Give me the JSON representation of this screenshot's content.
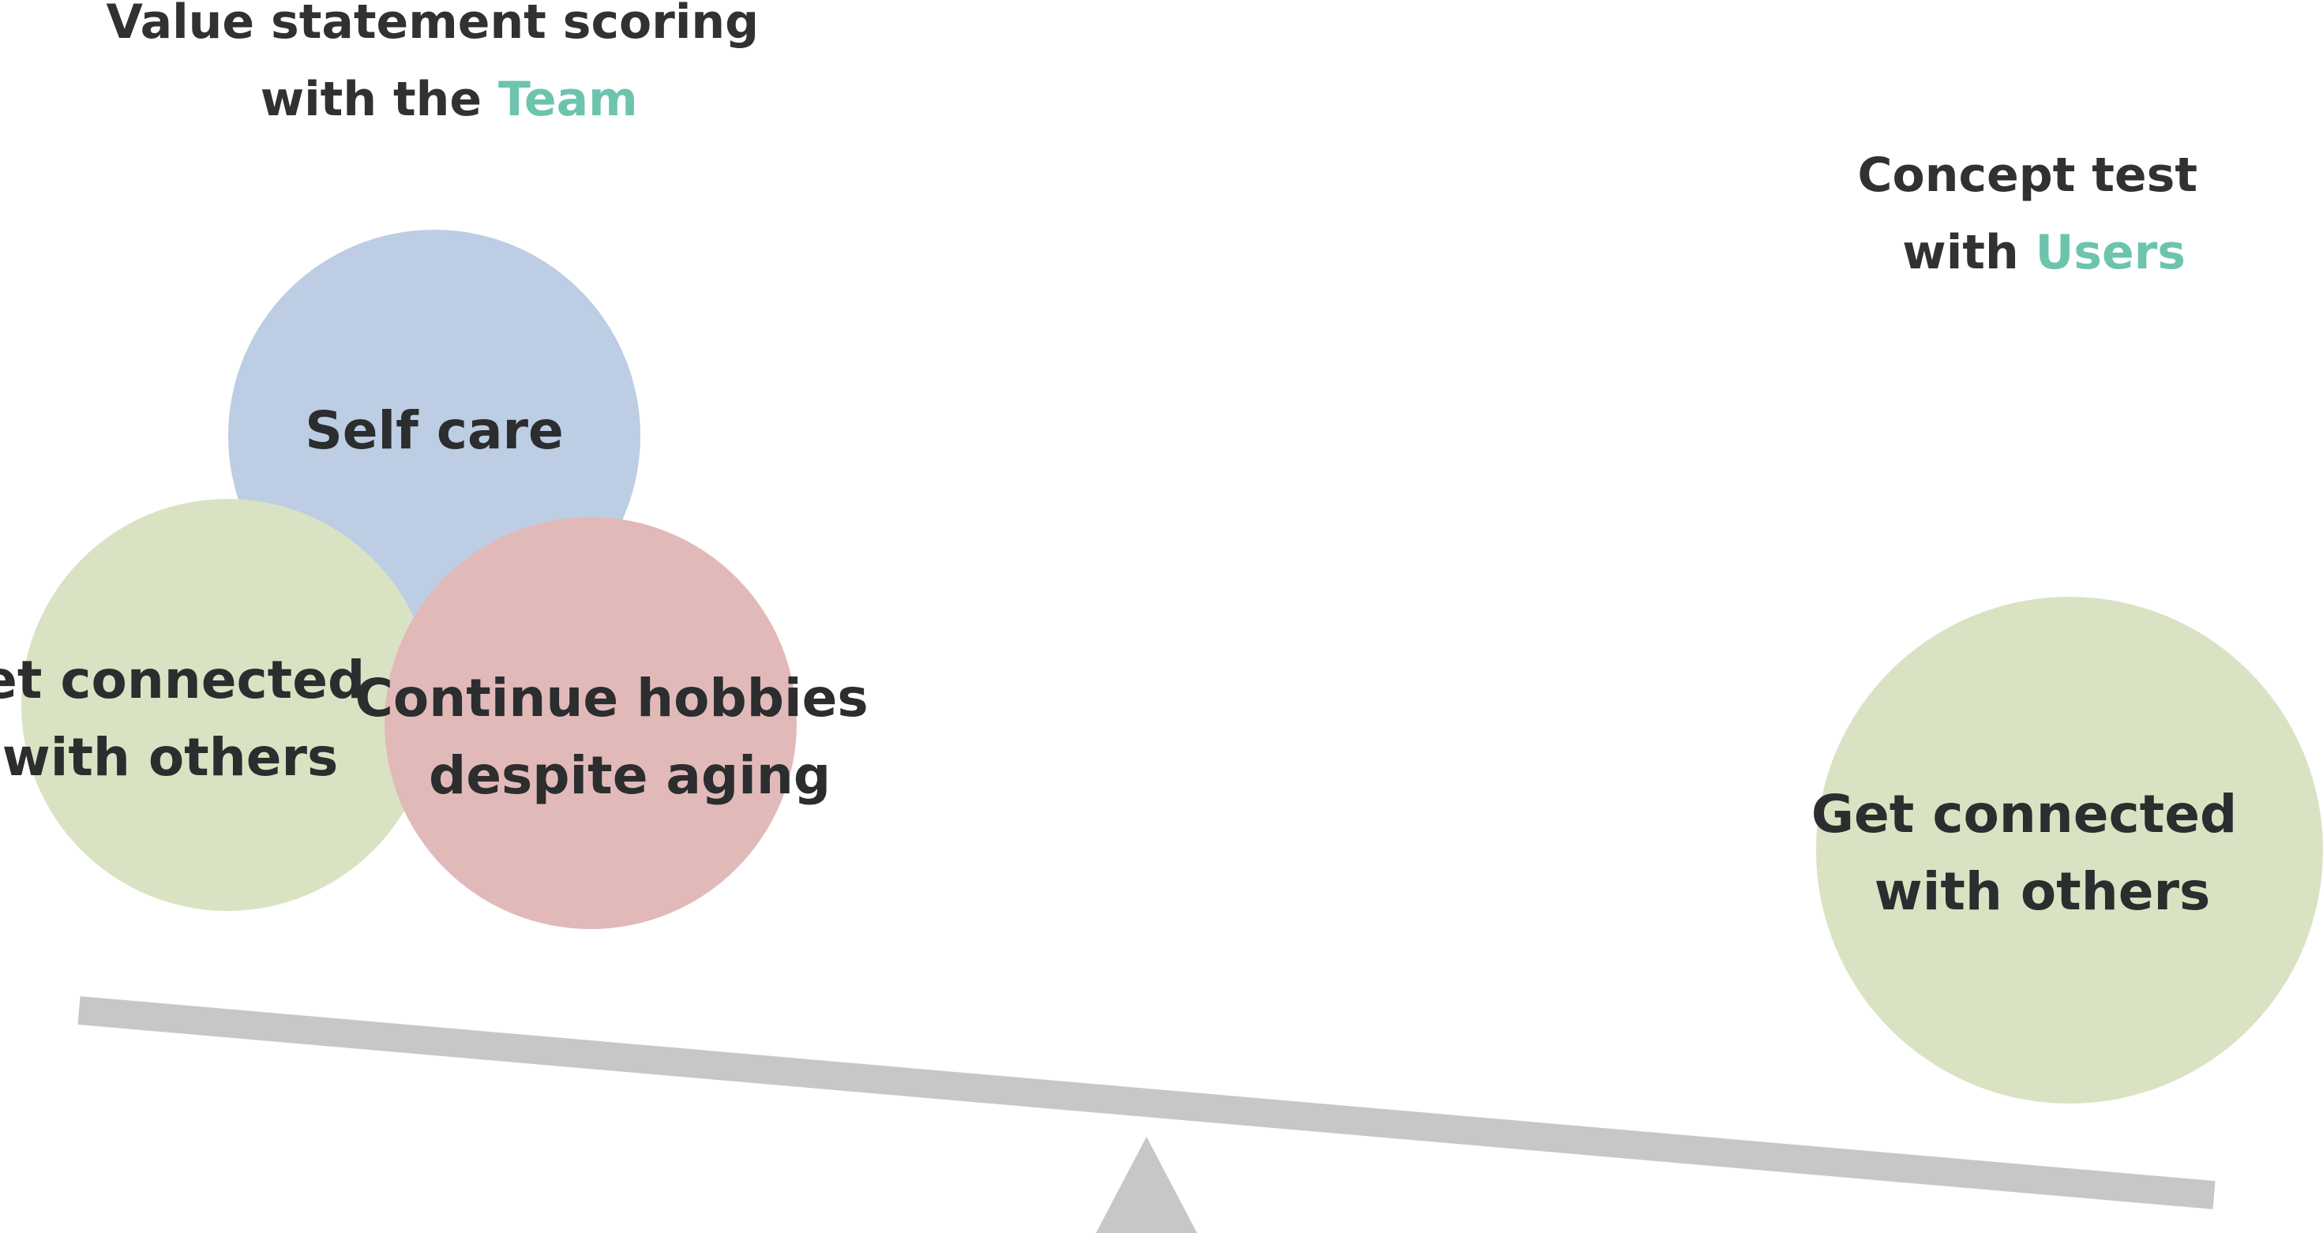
{
  "team_heading": {
    "line1": "Value statement scoring",
    "line2_prefix": "with the ",
    "line2_accent": "Team"
  },
  "users_heading": {
    "line1": "Concept test",
    "line2_prefix": "with ",
    "line2_accent": "Users"
  },
  "bubbles": {
    "self_care": {
      "label": "Self care",
      "color": "#bdcde3"
    },
    "connected_team": {
      "line1": "Get connected",
      "line2": "with others",
      "color": "#d9e3c3"
    },
    "hobbies": {
      "line1": "Continue hobbies",
      "line2": "despite aging",
      "color": "#e2b9b9"
    },
    "connected_users": {
      "line1": "Get connected",
      "line2": "with others",
      "color": "#d9e3c3"
    }
  },
  "colors": {
    "heading_text": "#2f3133",
    "accent": "#6cc4ad",
    "beam": "#c7c7c7"
  }
}
